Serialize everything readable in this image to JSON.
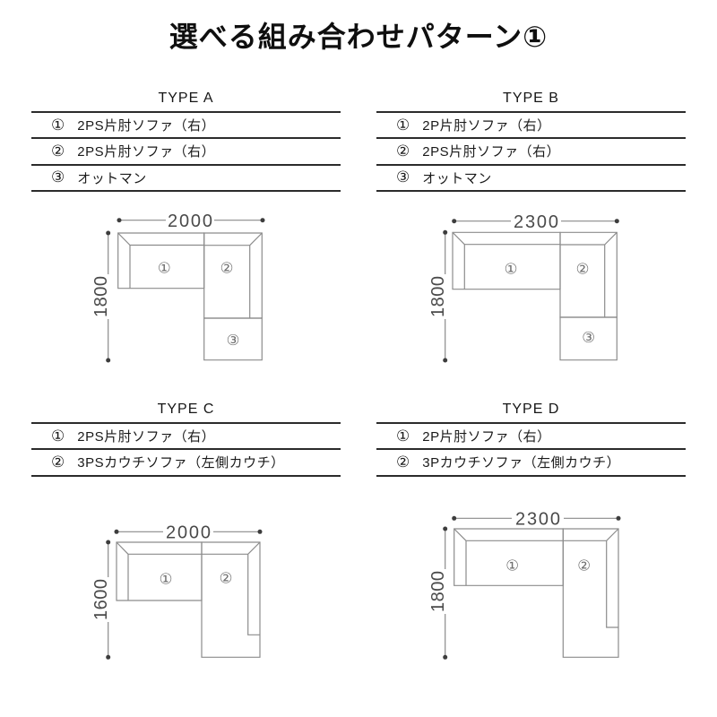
{
  "title": "選べる組み合わせパターン①",
  "sections": [
    {
      "header": "TYPE A",
      "items": [
        {
          "num": "①",
          "label": "2PS片肘ソファ（右）"
        },
        {
          "num": "②",
          "label": "2PS片肘ソファ（右）"
        },
        {
          "num": "③",
          "label": "オットマン"
        }
      ],
      "diagram": {
        "width_mm": "2000",
        "height_mm": "1800",
        "piece_labels": [
          "①",
          "②",
          "③"
        ]
      }
    },
    {
      "header": "TYPE B",
      "items": [
        {
          "num": "①",
          "label": "2P片肘ソファ（右）"
        },
        {
          "num": "②",
          "label": "2PS片肘ソファ（右）"
        },
        {
          "num": "③",
          "label": "オットマン"
        }
      ],
      "diagram": {
        "width_mm": "2300",
        "height_mm": "1800",
        "piece_labels": [
          "①",
          "②",
          "③"
        ]
      }
    },
    {
      "header": "TYPE C",
      "items": [
        {
          "num": "①",
          "label": "2PS片肘ソファ（右）"
        },
        {
          "num": "②",
          "label": "3PSカウチソファ（左側カウチ）"
        }
      ],
      "diagram": {
        "width_mm": "2000",
        "height_mm": "1600",
        "piece_labels": [
          "①",
          "②"
        ]
      }
    },
    {
      "header": "TYPE D",
      "items": [
        {
          "num": "①",
          "label": "2P片肘ソファ（右）"
        },
        {
          "num": "②",
          "label": "3Pカウチソファ（左側カウチ）"
        }
      ],
      "diagram": {
        "width_mm": "2300",
        "height_mm": "1800",
        "piece_labels": [
          "①",
          "②"
        ]
      }
    }
  ],
  "colors": {
    "text": "#1a1a1a",
    "table_line": "#2b2b2b",
    "sofa_outline": "#8c8c8c",
    "dimension": "#4a4a4a",
    "background": "#ffffff"
  }
}
